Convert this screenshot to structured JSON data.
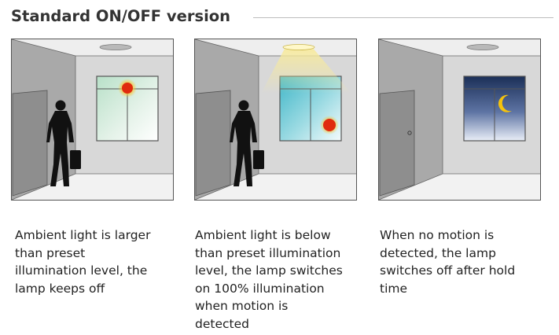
{
  "header": {
    "title": "Standard ON/OFF version"
  },
  "scenes": [
    {
      "caption_lines": [
        "Ambient light is larger",
        "than preset",
        "illumination level, the",
        "lamp keeps off"
      ]
    },
    {
      "caption_lines": [
        "Ambient light is below",
        "than preset illumination",
        "level, the lamp switches",
        "on 100% illumination",
        "when motion is",
        "detected"
      ]
    },
    {
      "caption_lines": [
        "When no motion is",
        "detected, the lamp",
        "switches off after hold",
        "time"
      ]
    }
  ],
  "colors": {
    "wall_back": "#d8d8d8",
    "wall_side": "#a9a9a9",
    "ceiling": "#eeeeee",
    "floor": "#f2f2f2",
    "sun": "#e02b0e",
    "sun_glow": "#f6c63a",
    "moon": "#f4c20d",
    "night_sky": "#1b2f57",
    "lamp_beam": "#f7ea9c"
  }
}
